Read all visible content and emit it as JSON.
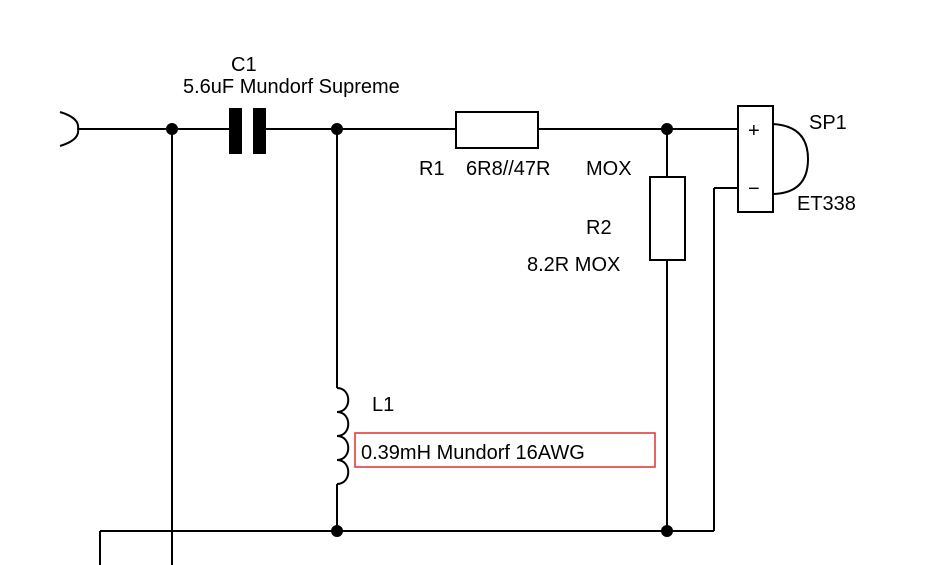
{
  "schematic": {
    "components": {
      "c1": {
        "ref": "C1",
        "value": "5.6uF Mundorf Supreme",
        "type": "capacitor"
      },
      "r1": {
        "ref": "R1",
        "value": "6R8//47R",
        "suffix": "MOX",
        "type": "resistor"
      },
      "r2": {
        "ref": "R2",
        "value": "8.2R MOX",
        "type": "resistor"
      },
      "l1": {
        "ref": "L1",
        "value": "0.39mH Mundorf 16AWG",
        "type": "inductor",
        "highlighted": true
      },
      "sp1": {
        "ref": "SP1",
        "value": "ET338",
        "type": "speaker",
        "pin_plus": "+",
        "pin_minus": "−"
      }
    },
    "colors": {
      "wire": "#000000",
      "highlight_box": "#e03030",
      "background": "#ffffff"
    }
  }
}
